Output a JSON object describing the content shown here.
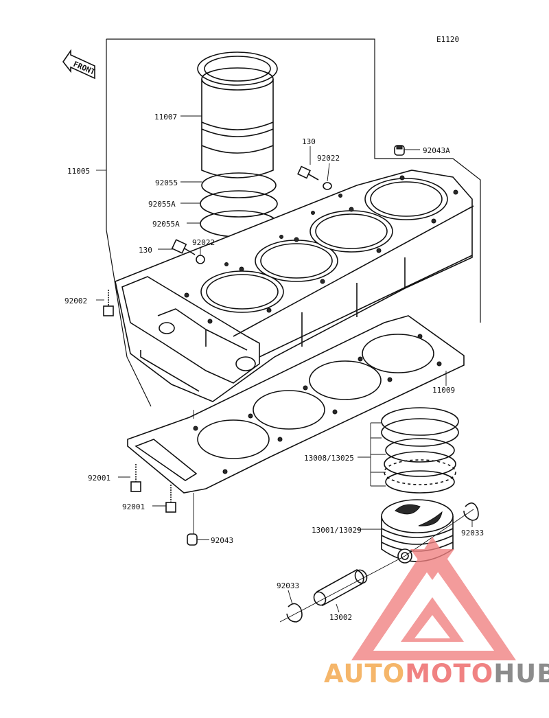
{
  "diagram_code": "E1120",
  "front_arrow_label": "FRONT",
  "part_labels": [
    "11007",
    "11005",
    "130",
    "92022",
    "92043A",
    "92055",
    "92055A",
    "92055A",
    "130",
    "92022",
    "92002",
    "11009",
    "13008/13025",
    "92001",
    "92001",
    "92043",
    "13001/13029",
    "92033",
    "92033",
    "13002"
  ],
  "watermark": {
    "part1": "AUTO",
    "part2": "MOTO",
    "part3": "HUB",
    "colors": {
      "part1": "#f5b66a",
      "part2": "#f08282",
      "part3": "#8c8c8c",
      "logo": "#f08080"
    }
  }
}
